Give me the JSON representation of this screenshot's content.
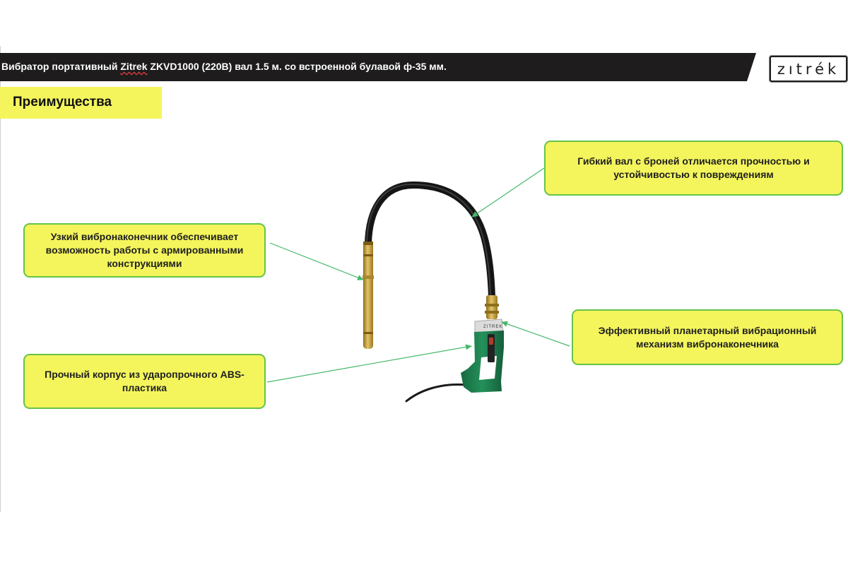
{
  "header": {
    "title_prefix": "Вибратор портативный ",
    "brand": "Zitrek",
    "title_rest": " ZKVD1000 (220В) вал 1.5 м. со встроенной булавой ф-35 мм."
  },
  "logo": {
    "text": "zıtrék"
  },
  "section": {
    "label": "Преимущества"
  },
  "callouts": {
    "tip": "Узкий вибронаконечник обеспечивает возможность работы с армированными конструкциями",
    "body": "Прочный корпус из ударопрочного ABS-пластика",
    "shaft": "Гибкий вал с броней отличается прочностью и устойчивостью к повреждениям",
    "mechanism": "Эффективный планетарный вибрационный механизм вибронаконечника"
  },
  "colors": {
    "title_bar": "#1e1c1d",
    "highlight_yellow": "#f4f55c",
    "callout_border": "#64c448",
    "arrow": "#46b86a",
    "tool_green": "#1e7a4d",
    "tool_brass": "#c9a43a"
  },
  "product": {
    "handle_label": "ZITREK"
  }
}
